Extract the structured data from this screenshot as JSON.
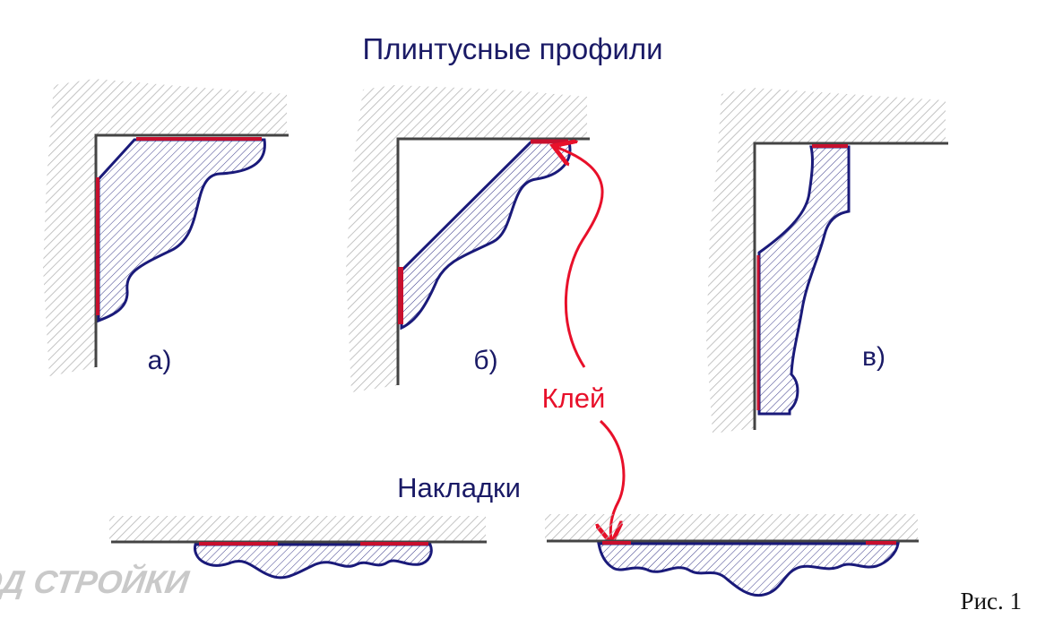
{
  "title": "Плинтусные профили",
  "labels": {
    "a": "а)",
    "b": "б)",
    "c": "в)"
  },
  "glue_label": "Клей",
  "overlays_label": "Накладки",
  "watermark": "КОД СТРОЙКИ",
  "figure_number": "Рис. 1",
  "colors": {
    "text": "#1a1a66",
    "profile_stroke": "#1a1a7a",
    "profile_hatch": "#3a3a8a",
    "glue": "#c8102e",
    "glue_text": "#e8102a",
    "wall_hatch": "#b5b5b5",
    "wall_line": "#444444",
    "watermark": "#c9c9c9"
  }
}
